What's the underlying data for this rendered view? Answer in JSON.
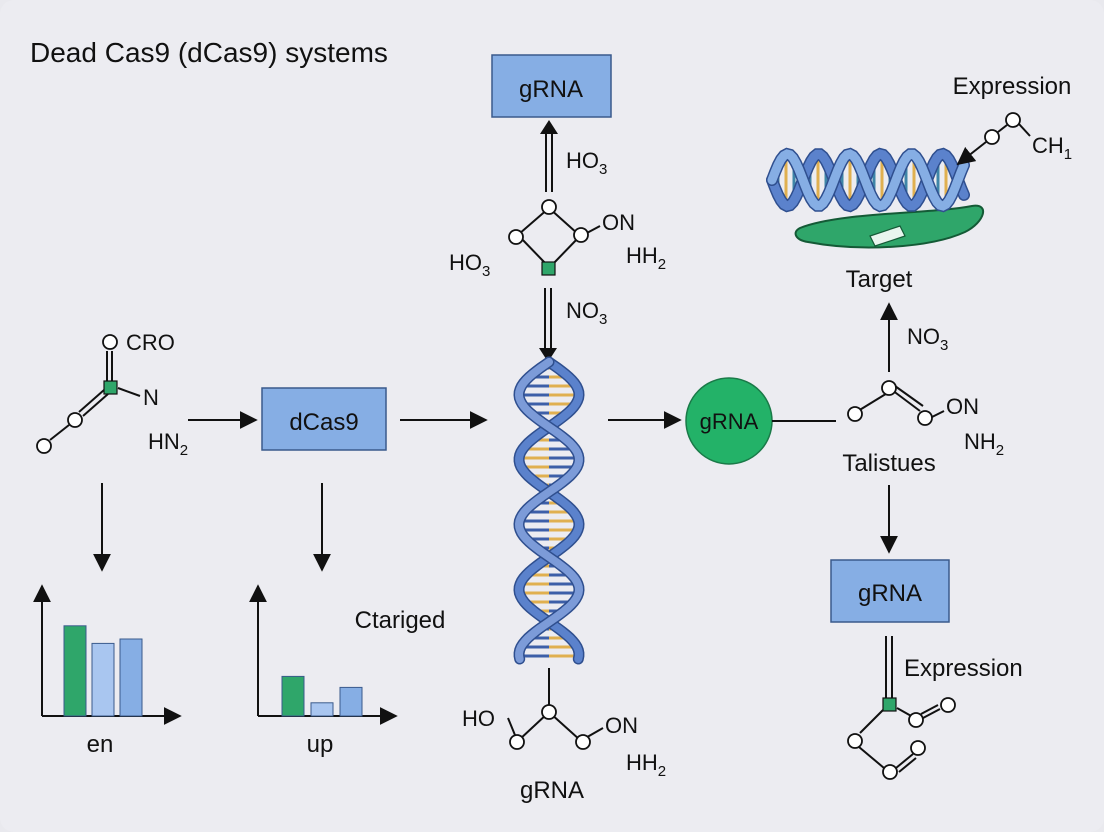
{
  "title": "Dead Cas9 (dCas9) systems",
  "boxes": {
    "grna_top": "gRNA",
    "dcas9": "dCas9",
    "grna_circle": "gRNA",
    "grna_right": "gRNA"
  },
  "labels": {
    "ho3_upper": "HO",
    "ho3_upper_sub": "3",
    "on_top": "ON",
    "ho3_left": "HO",
    "ho3_left_sub": "3",
    "hh2_top": "HH",
    "hh2_top_sub": "2",
    "no3_mid": "NO",
    "no3_mid_sub": "3",
    "cro": "CRO",
    "n_left": "N",
    "hn2": "HN",
    "hn2_sub": "2",
    "ho_bottom": "HO",
    "on_bottom": "ON",
    "hh2_bottom": "HH",
    "hh2_bottom_sub": "2",
    "grna_bottom": "gRNA",
    "expression_top": "Expression",
    "ch1": "CH",
    "ch1_sub": "1",
    "target": "Target",
    "no3_right": "NO",
    "no3_right_sub": "3",
    "on_right": "ON",
    "nh2_right": "NH",
    "nh2_right_sub": "2",
    "talistues": "Talistues",
    "expression_bottom": "Expression",
    "ctariged": "Ctariged"
  },
  "charts": [
    {
      "type": "bar",
      "xlabel": "en",
      "values": [
        0.82,
        0.66,
        0.7
      ],
      "colors": [
        "#2fa66a",
        "#a9c6f0",
        "#86aee4"
      ]
    },
    {
      "type": "bar",
      "xlabel": "up",
      "values": [
        0.36,
        0.12,
        0.26
      ],
      "colors": [
        "#2fa66a",
        "#a9c6f0",
        "#86aee4"
      ]
    }
  ],
  "colors": {
    "box_fill": "#86aee4",
    "accent_green": "#2fa66a",
    "helix_blue": "#5b82cc",
    "base_yellow": "#e0b050"
  }
}
